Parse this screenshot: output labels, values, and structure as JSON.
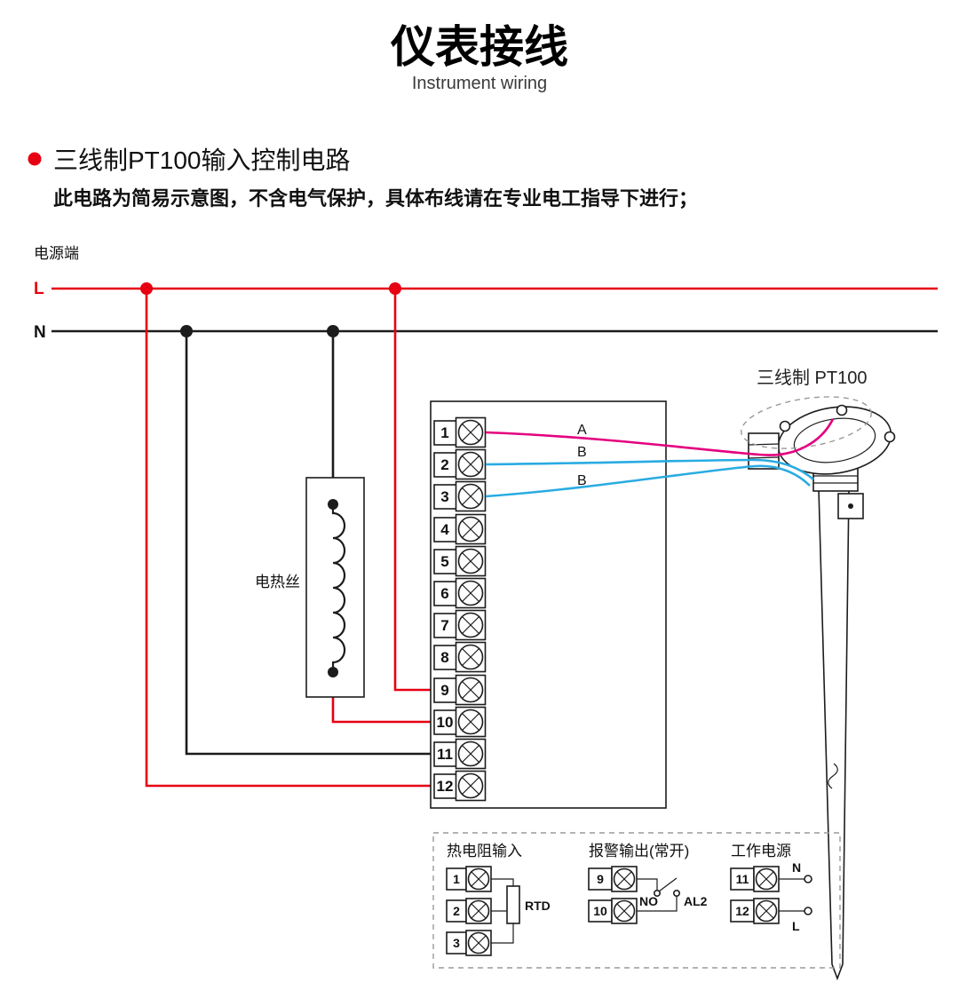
{
  "header": {
    "title": "仪表接线",
    "subtitle": "Instrument wiring"
  },
  "section": {
    "heading": "三线制PT100输入控制电路",
    "note": "此电路为简易示意图，不含电气保护，具体布线请在专业电工指导下进行；"
  },
  "power": {
    "label": "电源端",
    "l": "L",
    "n": "N"
  },
  "heater_label": "电热丝",
  "sensor_label": "三线制 PT100",
  "wire_labels": {
    "a": "A",
    "b1": "B",
    "b2": "B"
  },
  "terminals": [
    "1",
    "2",
    "3",
    "4",
    "5",
    "6",
    "7",
    "8",
    "9",
    "10",
    "11",
    "12"
  ],
  "legend": {
    "rtd": {
      "title": "热电阻输入",
      "terminals": [
        "1",
        "2",
        "3"
      ],
      "component": "RTD"
    },
    "alarm": {
      "title": "报警输出(常开)",
      "terminals": [
        "9",
        "10"
      ],
      "no": "NO",
      "name": "AL2"
    },
    "supply": {
      "title": "工作电源",
      "terminals": [
        "11",
        "12"
      ],
      "n": "N",
      "l": "L"
    }
  },
  "colors": {
    "red": "#e60012",
    "magenta": "#e4007f",
    "blue": "#29abe2",
    "black": "#1c1c1c",
    "dash_gray": "#9a9a9a"
  }
}
